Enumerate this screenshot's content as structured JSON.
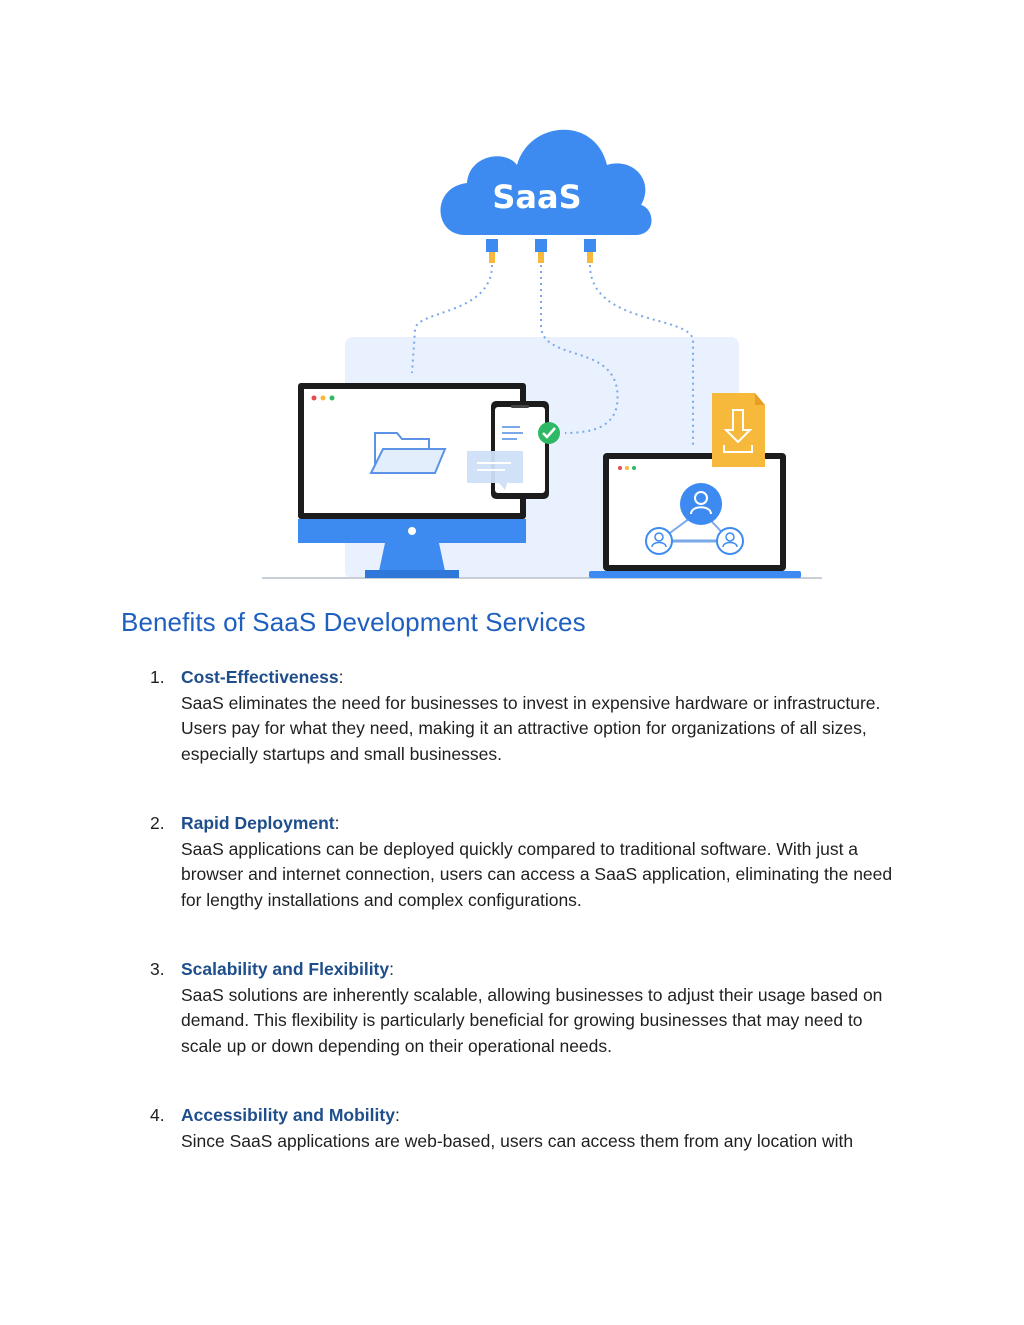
{
  "illustration": {
    "cloud_label": "SaaS",
    "colors": {
      "primary_blue": "#3d8bf0",
      "dark_frame": "#1c1c1c",
      "panel_bg": "#e8f1fd",
      "accent_yellow": "#f6b93b",
      "check_green": "#2fb865"
    },
    "icons": [
      "cloud-icon",
      "desktop-monitor-icon",
      "folder-icon",
      "smartphone-icon",
      "checkmark-icon",
      "chat-bubble-icon",
      "download-file-icon",
      "laptop-icon",
      "user-network-icon"
    ]
  },
  "section": {
    "title": "Benefits of SaaS Development Services",
    "items": [
      {
        "number": "1.",
        "term": "Cost-Effectiveness",
        "colon": ":",
        "description": "SaaS eliminates the need for businesses to invest in expensive hardware or infrastructure. Users pay for what they need, making it an attractive option for organizations of all sizes, especially startups and small businesses."
      },
      {
        "number": "2.",
        "term": "Rapid Deployment",
        "colon": ":",
        "description": "SaaS applications can be deployed quickly compared to traditional software. With just a browser and internet connection, users can access a SaaS application, eliminating the need for lengthy installations and complex configurations."
      },
      {
        "number": "3.",
        "term": "Scalability and Flexibility",
        "colon": ":",
        "description": "SaaS solutions are inherently scalable, allowing businesses to adjust their usage based on demand. This flexibility is particularly beneficial for growing businesses that may need to scale up or down depending on their operational needs."
      },
      {
        "number": "4.",
        "term": "Accessibility and Mobility",
        "colon": ":",
        "description": "Since SaaS applications are web-based, users can access them from any location with"
      }
    ]
  }
}
